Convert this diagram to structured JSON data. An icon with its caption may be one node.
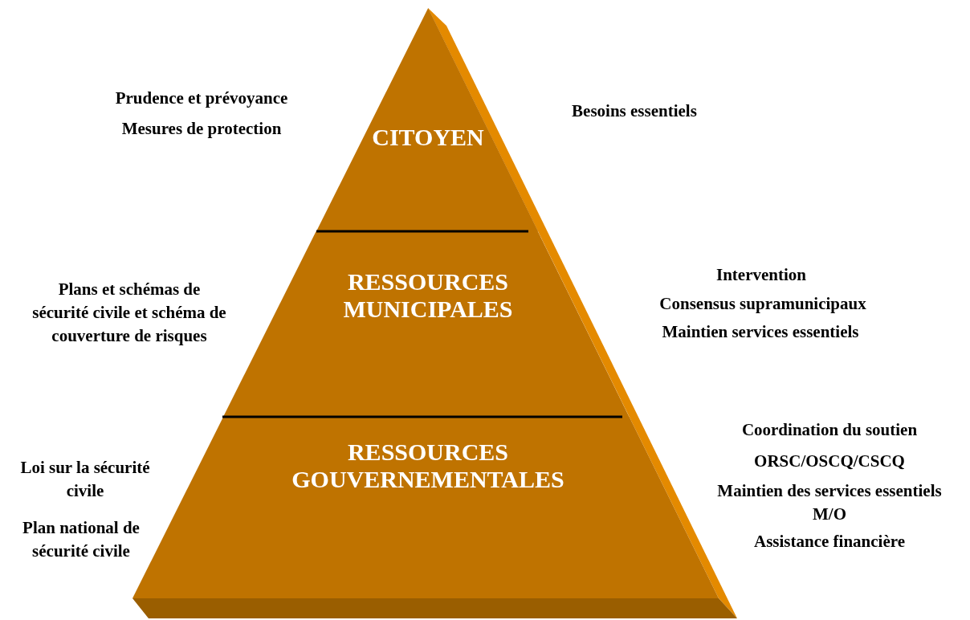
{
  "diagram": {
    "nodes": [
      {
        "text": [
          "CITOYEN"
        ],
        "beside": [
          "Prudence et prévoyance",
          "Mesures de protection",
          "Besoins essentiels"
        ]
      },
      {
        "text": [
          "RESSOURCES MUNICIPALES"
        ],
        "beside": [
          "Plans et schémas de sécurité civile et schéma de couverture de risques",
          "Intervention",
          "Consensus supramunicipaux",
          "Maintien services essentiels"
        ]
      },
      {
        "text": [
          "RESSOURCES GOUVERNEMENTALES"
        ],
        "beside": [
          "Loi sur la sécurité civile",
          "Plan national de sécurité civile",
          "Coordination du soutien",
          "ORSC/OSCQ/CSCQ",
          "Maintien des services essentiels M/O",
          "Assistance financière"
        ]
      }
    ]
  }
}
